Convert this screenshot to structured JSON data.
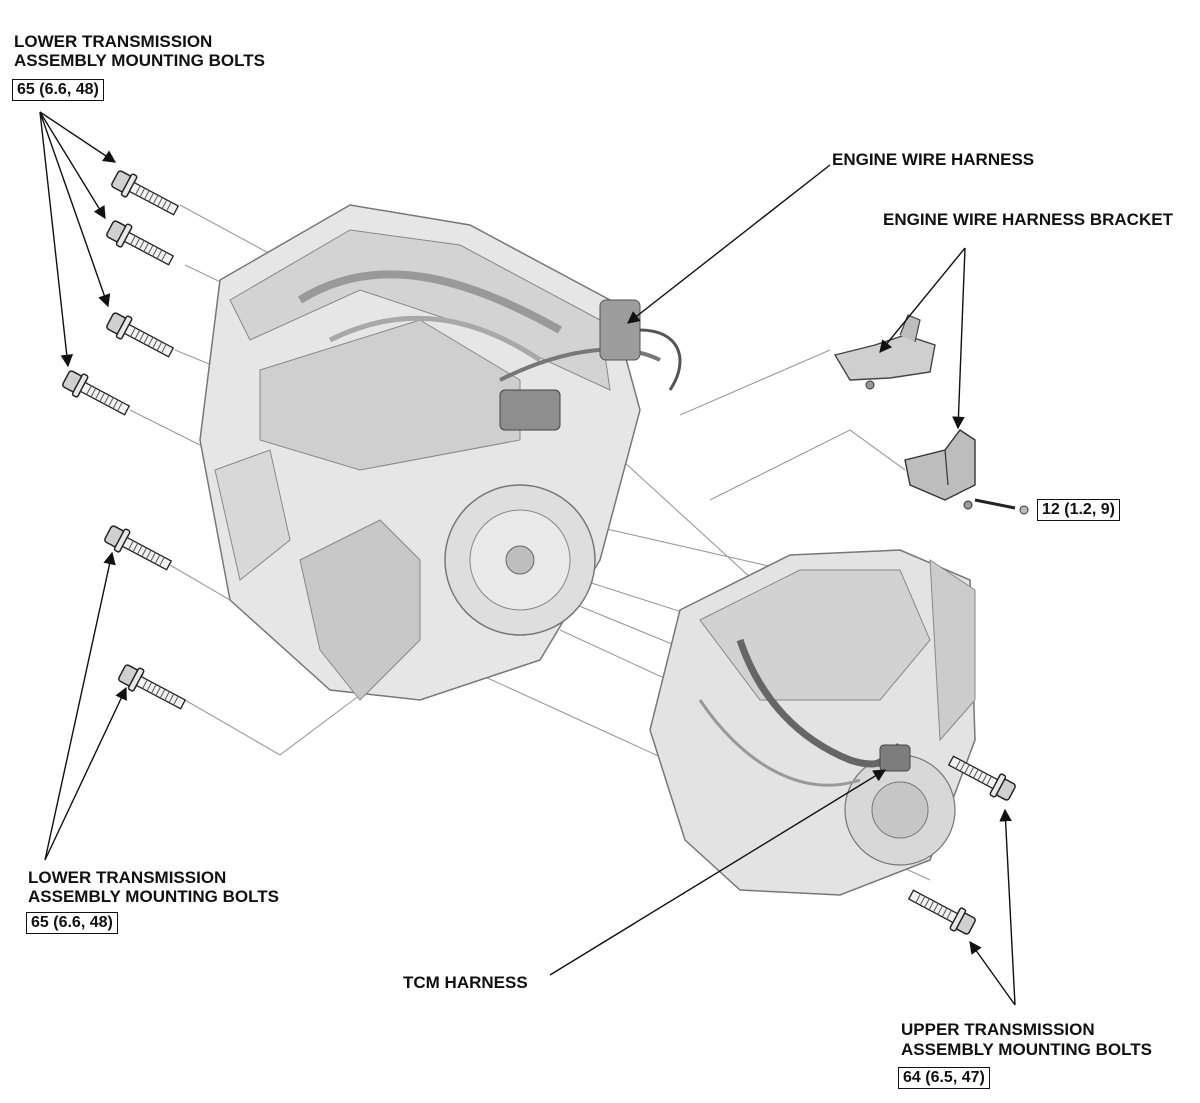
{
  "callouts": {
    "lower_bolts_top": {
      "line1": "LOWER TRANSMISSION",
      "line2": "ASSEMBLY MOUNTING BOLTS",
      "torque": "65 (6.6, 48)"
    },
    "lower_bolts_bottom": {
      "line1": "LOWER TRANSMISSION",
      "line2": "ASSEMBLY MOUNTING BOLTS",
      "torque": "65 (6.6, 48)"
    },
    "engine_wire_harness": {
      "text": "ENGINE WIRE HARNESS"
    },
    "harness_bracket": {
      "text": "ENGINE WIRE HARNESS BRACKET",
      "torque": "12 (1.2, 9)"
    },
    "tcm_harness": {
      "text": "TCM HARNESS"
    },
    "upper_bolts": {
      "line1": "UPPER TRANSMISSION",
      "line2": "ASSEMBLY MOUNTING BOLTS",
      "torque": "64 (6.5, 47)"
    }
  },
  "colors": {
    "ink": "#111111",
    "part_fill": "#e6e6e6",
    "part_shade": "#bdbdbd",
    "leader": "#9a9a9a"
  }
}
